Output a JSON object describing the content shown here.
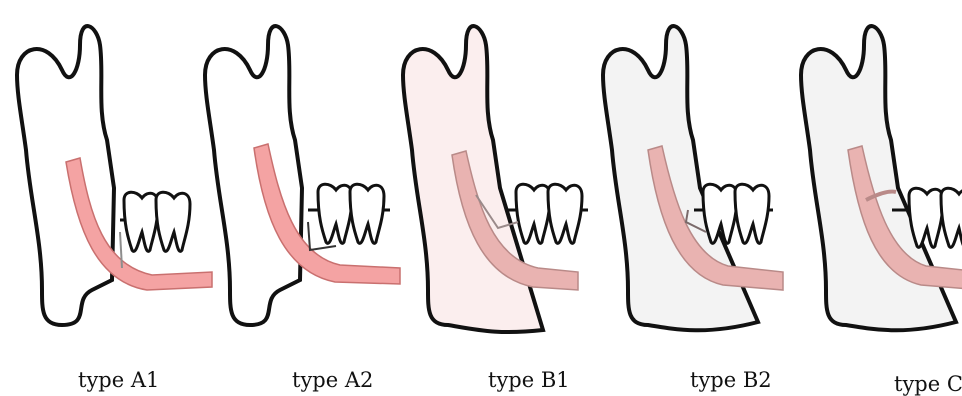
{
  "colors": {
    "outline": "#111111",
    "canal_fill": "#f4a3a3",
    "canal_stroke": "#c9706f",
    "canal_fill_faded": "#e9b3b1",
    "canal_stroke_faded": "#b98a88",
    "jaw_shade_b1": "#fbeeee",
    "jaw_shade_b2": "#f3f3f3",
    "jaw_shade_c": "#f3f3f3"
  },
  "panels": [
    {
      "id": "a1",
      "caption": "type A1"
    },
    {
      "id": "a2",
      "caption": "type A2"
    },
    {
      "id": "b1",
      "caption": "type B1"
    },
    {
      "id": "b2",
      "caption": "type B2"
    },
    {
      "id": "c",
      "caption": "type C"
    }
  ]
}
